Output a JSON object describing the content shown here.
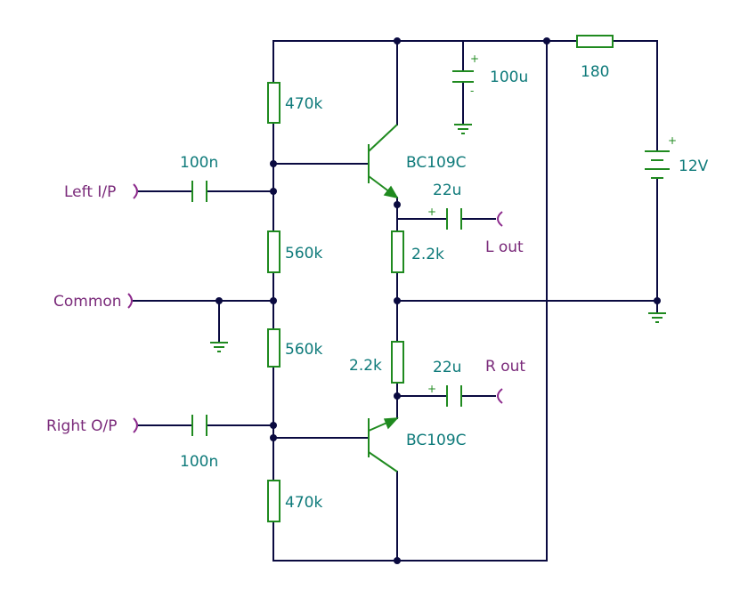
{
  "ports": {
    "left_in": "Left I/P",
    "common": "Common",
    "right_in": "Right O/P",
    "left_out": "L out",
    "right_out": "R out"
  },
  "components": {
    "r_top_bias": "470k",
    "r_mid_top": "560k",
    "r_mid_bottom": "560k",
    "r_bottom_bias": "470k",
    "r_load_top": "2.2k",
    "r_load_bottom": "2.2k",
    "r_supply": "180",
    "c_in_top": "100n",
    "c_in_bottom": "100n",
    "c_out_top": "22u",
    "c_out_bottom": "22u",
    "c_decouple": "100u",
    "transistor_top": "BC109C",
    "transistor_bottom": "BC109C",
    "battery": "12V",
    "battery_plus": "+",
    "cap_plus": "+",
    "cap_minus": "-"
  },
  "colors": {
    "wire": "#0a0a40",
    "component": "#1f8a1f",
    "value_text": "#0e7a7a",
    "port_text": "#7a2a7a"
  }
}
